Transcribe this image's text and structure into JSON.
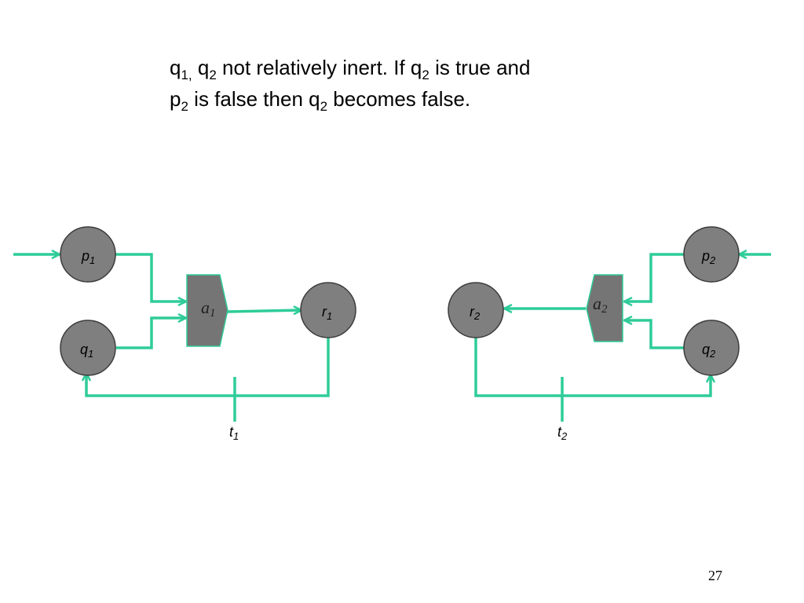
{
  "colors": {
    "arc": "#2ecc99",
    "node_fill": "#7f7f7f",
    "node_stroke": "#3c3c3c",
    "background": "#ffffff"
  },
  "text": {
    "line1": [
      {
        "t": "q"
      },
      {
        "t": "1,",
        "sub": true
      },
      {
        "t": " q"
      },
      {
        "t": "2",
        "sub": true
      },
      {
        "t": " not relatively inert.  If q"
      },
      {
        "t": "2",
        "sub": true
      },
      {
        "t": " is true and"
      }
    ],
    "line2": [
      {
        "t": "p"
      },
      {
        "t": "2",
        "sub": true
      },
      {
        "t": " is false then q"
      },
      {
        "t": "2",
        "sub": true
      },
      {
        "t": " becomes false."
      }
    ]
  },
  "nodes": {
    "p1": {
      "main": "p",
      "sub": "1"
    },
    "q1": {
      "main": "q",
      "sub": "1"
    },
    "r1": {
      "main": "r",
      "sub": "1"
    },
    "p2": {
      "main": "p",
      "sub": "2"
    },
    "q2": {
      "main": "q",
      "sub": "2"
    },
    "r2": {
      "main": "r",
      "sub": "2"
    },
    "a1": {
      "main": "a",
      "sub": "1"
    },
    "a2": {
      "main": "a",
      "sub": "2"
    },
    "t1": {
      "main": "t",
      "sub": "1"
    },
    "t2": {
      "main": "t",
      "sub": "2"
    }
  },
  "page_number": "27"
}
